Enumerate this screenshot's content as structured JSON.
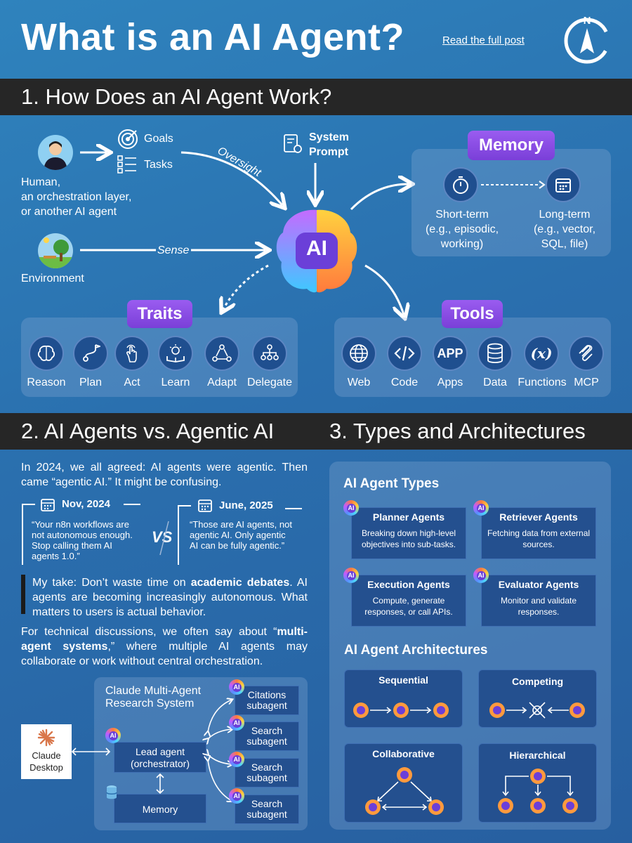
{
  "header": {
    "title": "What is an AI Agent?",
    "read_link": "Read the full post",
    "compass_letter": "N"
  },
  "section1": {
    "title": "1. How Does an AI Agent Work?",
    "goals": "Goals",
    "tasks": "Tasks",
    "human_line1": "Human,",
    "human_line2": "an orchestration layer,",
    "human_line3": "or another AI agent",
    "oversight": "Oversight",
    "environment": "Environment",
    "sense": "Sense",
    "system_prompt_1": "System",
    "system_prompt_2": "Prompt",
    "brain_label": "AI",
    "memory": {
      "tag": "Memory",
      "short_1": "Short-term",
      "short_2": "(e.g., episodic,",
      "short_3": "working)",
      "long_1": "Long-term",
      "long_2": "(e.g., vector,",
      "long_3": "SQL, file)"
    },
    "traits": {
      "tag": "Traits",
      "items": [
        "Reason",
        "Plan",
        "Act",
        "Learn",
        "Adapt",
        "Delegate"
      ]
    },
    "tools": {
      "tag": "Tools",
      "items": [
        "Web",
        "Code",
        "Apps",
        "Data",
        "Functions",
        "MCP"
      ],
      "apps_icon_text": "APP",
      "functions_icon_text": "(x)"
    }
  },
  "section2": {
    "title": "2. AI Agents vs. Agentic AI",
    "intro": "In 2024, we all agreed: AI agents were agentic. Then came “agentic AI.” It might be confusing.",
    "quote1_date": "Nov, 2024",
    "quote1_text": "“Your n8n workflows are not autonomous enough. Stop calling them AI agents 1.0.”",
    "vs": "VS",
    "quote2_date": "June, 2025",
    "quote2_text": "“Those are AI agents, not agentic AI. Only agentic AI can be fully agentic.”",
    "take_prefix": "My take: Don’t waste time on ",
    "take_bold": "academic debates",
    "take_suffix": ". AI agents are becoming increasingly autonomous. What matters to users is actual behavior.",
    "tech_prefix": "For technical discussions, we often say about “",
    "tech_bold": "multi-agent systems",
    "tech_suffix": ",” where multiple AI agents may collaborate or work without central orchestration.",
    "claude": {
      "title_1": "Claude Multi-Agent",
      "title_2": "Research System",
      "desktop_1": "Claude",
      "desktop_2": "Desktop",
      "lead_1": "Lead agent",
      "lead_2": "(orchestrator)",
      "memory": "Memory",
      "subagents": [
        {
          "l1": "Citations",
          "l2": "subagent"
        },
        {
          "l1": "Search",
          "l2": "subagent"
        },
        {
          "l1": "Search",
          "l2": "subagent"
        },
        {
          "l1": "Search",
          "l2": "subagent"
        }
      ]
    }
  },
  "section3": {
    "title": "3. Types and Architectures",
    "types_heading": "AI Agent Types",
    "types": [
      {
        "name": "Planner Agents",
        "desc": "Breaking down high-level objectives into sub-tasks."
      },
      {
        "name": "Retriever Agents",
        "desc": "Fetching data from external sources."
      },
      {
        "name": "Execution Agents",
        "desc": "Compute, generate responses, or call  APIs."
      },
      {
        "name": "Evaluator Agents",
        "desc": "Monitor and validate responses."
      }
    ],
    "arch_heading": "AI Agent Architectures",
    "archs": [
      "Sequential",
      "Competing",
      "Collaborative",
      "Hierarchical"
    ]
  },
  "colors": {
    "bg_top": "#2f83bd",
    "band": "#262626",
    "tag_purple": "#8a4ee6",
    "box_dark": "#24508f"
  }
}
